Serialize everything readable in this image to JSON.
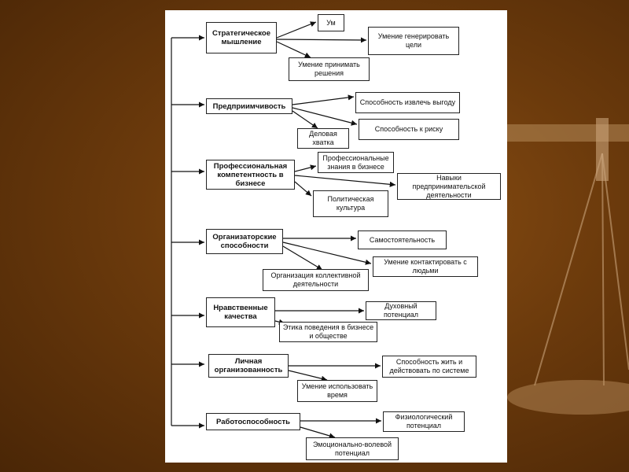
{
  "nodes": {
    "strategic": "Стратегическое мышление",
    "um": "Ум",
    "generate_goals": "Умение генерировать цели",
    "decisions": "Умение принимать решения",
    "enterprise": "Предприимчивость",
    "extract_benefit": "Способность извлечь выгоду",
    "risk": "Способность к риску",
    "business_grip": "Деловая хватка",
    "competence": "Профессиональная компетентность в бизнесе",
    "prof_knowledge": "Профессиональные знания в бизнесе",
    "entrepreneur_skills": "Навыки предпринимательской деятельности",
    "political_culture": "Политическая культура",
    "organizational": "Организаторские способности",
    "independence": "Самостоятельность",
    "contact_people": "Умение контактировать с людьми",
    "collective_org": "Организация коллективной деятельности",
    "moral": "Нравственные качества",
    "spiritual": "Духовный потенциал",
    "ethics": "Этика поведения в бизнесе и обществе",
    "personal_org": "Личная организованность",
    "live_system": "Способность жить и действовать по системе",
    "use_time": "Умение использовать время",
    "workability": "Работоспособность",
    "physiological": "Физиологический потенциал",
    "emotional_will": "Эмоционально-волевой потенциал"
  }
}
